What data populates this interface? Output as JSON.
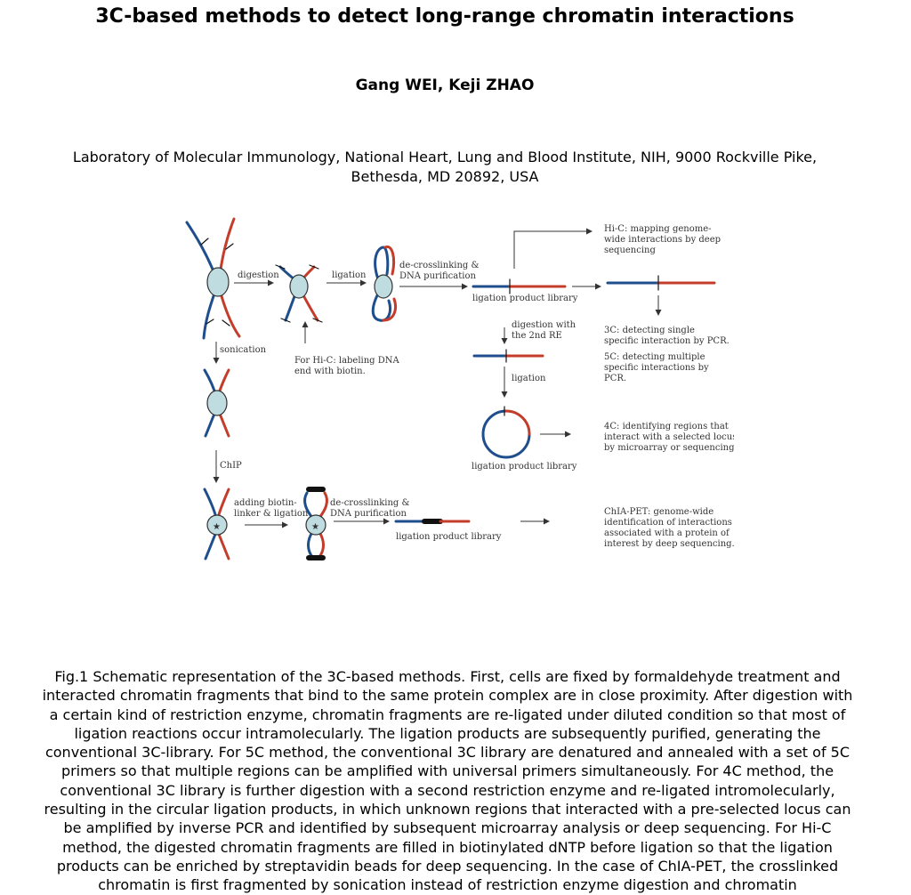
{
  "title": "3C-based methods to detect long-range chromatin interactions",
  "authors": "Gang WEI, Keji ZHAO",
  "affiliation": {
    "line1": "Laboratory of Molecular Immunology, National Heart, Lung and Blood Institute, NIH, 9000 Rockville Pike,",
    "line2": "Bethesda, MD 20892, USA"
  },
  "figure": {
    "digestion": "digestion",
    "ligation": "ligation",
    "decross1_a": "de-crosslinking &",
    "decross1_b": "DNA purification",
    "lib1": "ligation product library",
    "sonication": "sonication",
    "hic_label_a": "For Hi-C: labeling DNA",
    "hic_label_b": "end with biotin.",
    "hic_head": "Hi-C",
    "hic_a": ": mapping genome-",
    "hic_b": "wide interactions by deep",
    "hic_c": "sequencing",
    "digest2_a": "digestion with",
    "digest2_b": "the 2nd RE",
    "ligation2": "ligation",
    "c3_head": "3C",
    "c3_a": ": detecting single",
    "c3_b": "specific interaction by PCR.",
    "c5_head": "5C",
    "c5_a": ": detecting multiple",
    "c5_b": "specific interactions by",
    "c5_c": "PCR.",
    "c4_head": "4C",
    "c4_a": ": identifying regions that",
    "c4_b": "interact with a selected locus",
    "c4_c": "by microarray or sequencing.",
    "lib2": "ligation product library",
    "chip": "ChIP",
    "adding_a": "adding biotin-",
    "adding_b": "linker & ligation",
    "decross2_a": "de-crosslinking &",
    "decross2_b": "DNA purification",
    "lib3": "ligation product library",
    "chia_head": "ChIA-PET",
    "chia_a": ": genome-wide",
    "chia_b": "identification of interactions",
    "chia_c": "associated with a protein of",
    "chia_d": "interest by deep sequencing."
  },
  "caption_lines": [
    "Fig.1    Schematic representation of the 3C-based methods. First, cells are fixed by formaldehyde treatment and",
    "interacted chromatin fragments that bind to the same protein complex are in close proximity. After digestion with",
    "a certain kind of restriction enzyme, chromatin fragments are re-ligated under diluted condition so that most of",
    "ligation reactions occur intramolecularly. The ligation products are subsequently purified, generating the",
    "conventional 3C-library. For 5C method, the conventional 3C library are denatured and annealed with a set of 5C",
    "primers so that multiple regions can be amplified with universal primers simultaneously. For 4C method, the",
    "conventional 3C library is further digestion with a second restriction enzyme and re-ligated intromolecularly,",
    "resulting in the circular ligation products, in which unknown regions that interacted with a pre-selected locus can",
    "be amplified by inverse PCR and identified by subsequent microarray analysis or deep sequencing. For Hi-C",
    "method, the digested chromatin fragments are filled in biotinylated dNTP before ligation so that the ligation",
    "products can be enriched by streptavidin beads for deep sequencing. In the case of ChIA-PET, the crosslinked",
    "chromatin is first fragmented by sonication instead of restriction enzyme digestion and chromatin"
  ]
}
